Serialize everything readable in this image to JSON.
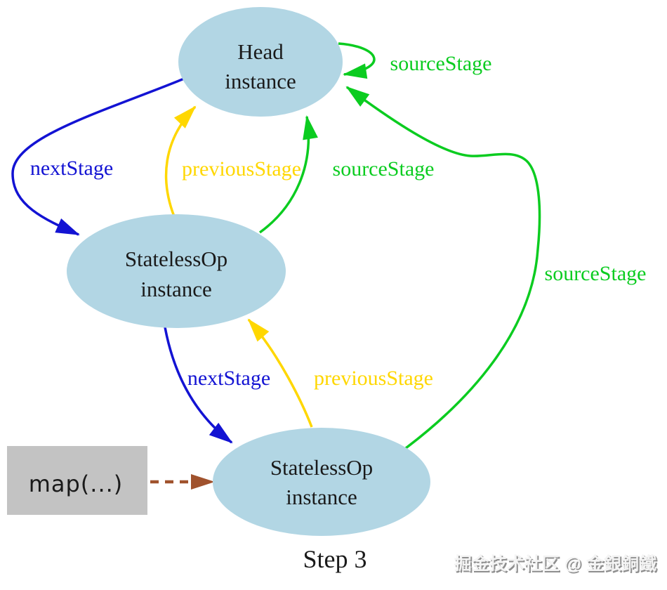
{
  "nodes": {
    "head": {
      "line1": "Head",
      "line2": "instance"
    },
    "stateless_mid": {
      "line1": "StatelessOp",
      "line2": "instance"
    },
    "stateless_bottom": {
      "line1": "StatelessOp",
      "line2": "instance"
    },
    "map_box": {
      "label": "map(...)"
    }
  },
  "edges": {
    "self_loop_source_label": "sourceStage",
    "mid_source_label": "sourceStage",
    "right_source_label": "sourceStage",
    "upper_next_label": "nextStage",
    "upper_previous_label": "previousStage",
    "lower_next_label": "nextStage",
    "lower_previous_label": "previousStage"
  },
  "caption": "Step 3",
  "watermark": "掘金技术社区 @ 金銀銅鐵",
  "colors": {
    "node_fill": "#b2d6e4",
    "box_fill": "#c3c3c3",
    "next_stage": "#1313d3",
    "previous_stage": "#ffd700",
    "source_stage": "#0bcc20",
    "map_edge": "#a0522d",
    "text": "#1a1a1a",
    "watermark_fill": "#f4f4f4",
    "watermark_shadow": "#8e8e8e"
  }
}
